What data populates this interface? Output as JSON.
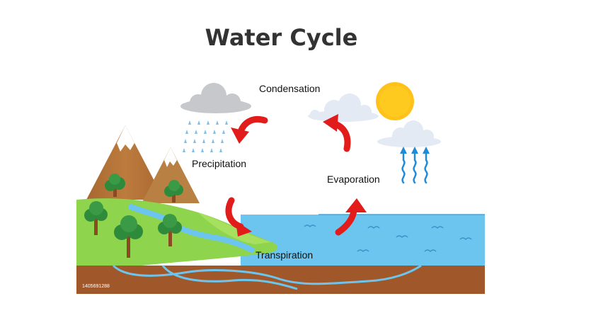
{
  "diagram": {
    "title": "Water Cycle",
    "labels": {
      "condensation": "Condensation",
      "precipitation": "Precipitation",
      "evaporation": "Evaporation",
      "transpiration": "Transpiration"
    },
    "stock_id": "1405691288"
  },
  "colors": {
    "sky_water": "#6cc5ee",
    "grass": "#8ed44c",
    "soil": "#a0582a",
    "mountain": "#b8763c",
    "sun": "#ffc21a",
    "arrow": "#ea1d1d",
    "rain": "#7fbfe9",
    "cloud": "#e8eef5"
  },
  "icons": [
    "sun-icon",
    "cloud-icon",
    "rain-icon",
    "arrow-icon",
    "tree-icon",
    "mountain-icon",
    "vapor-icon"
  ]
}
